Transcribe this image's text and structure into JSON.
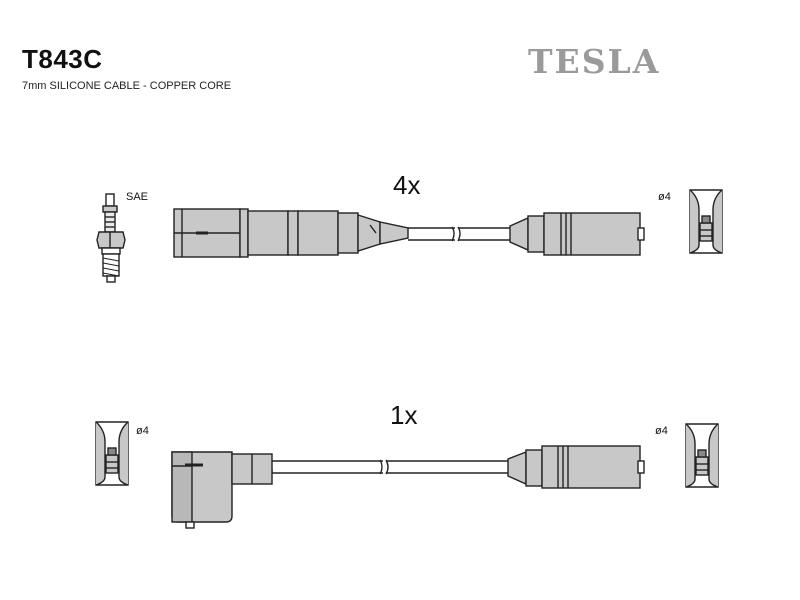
{
  "header": {
    "part_number": "T843C",
    "description": "7mm SILICONE CABLE - COPPER CORE",
    "brand": "TESLA"
  },
  "cables": [
    {
      "quantity": "4x",
      "plug_label": "SAE",
      "terminal_label": "ø4"
    },
    {
      "quantity": "1x",
      "left_terminal_label": "ø4",
      "right_terminal_label": "ø4"
    }
  ],
  "colors": {
    "part_fill": "#c8c8c8",
    "outline": "#222222",
    "brand": "#9a9a9a"
  }
}
